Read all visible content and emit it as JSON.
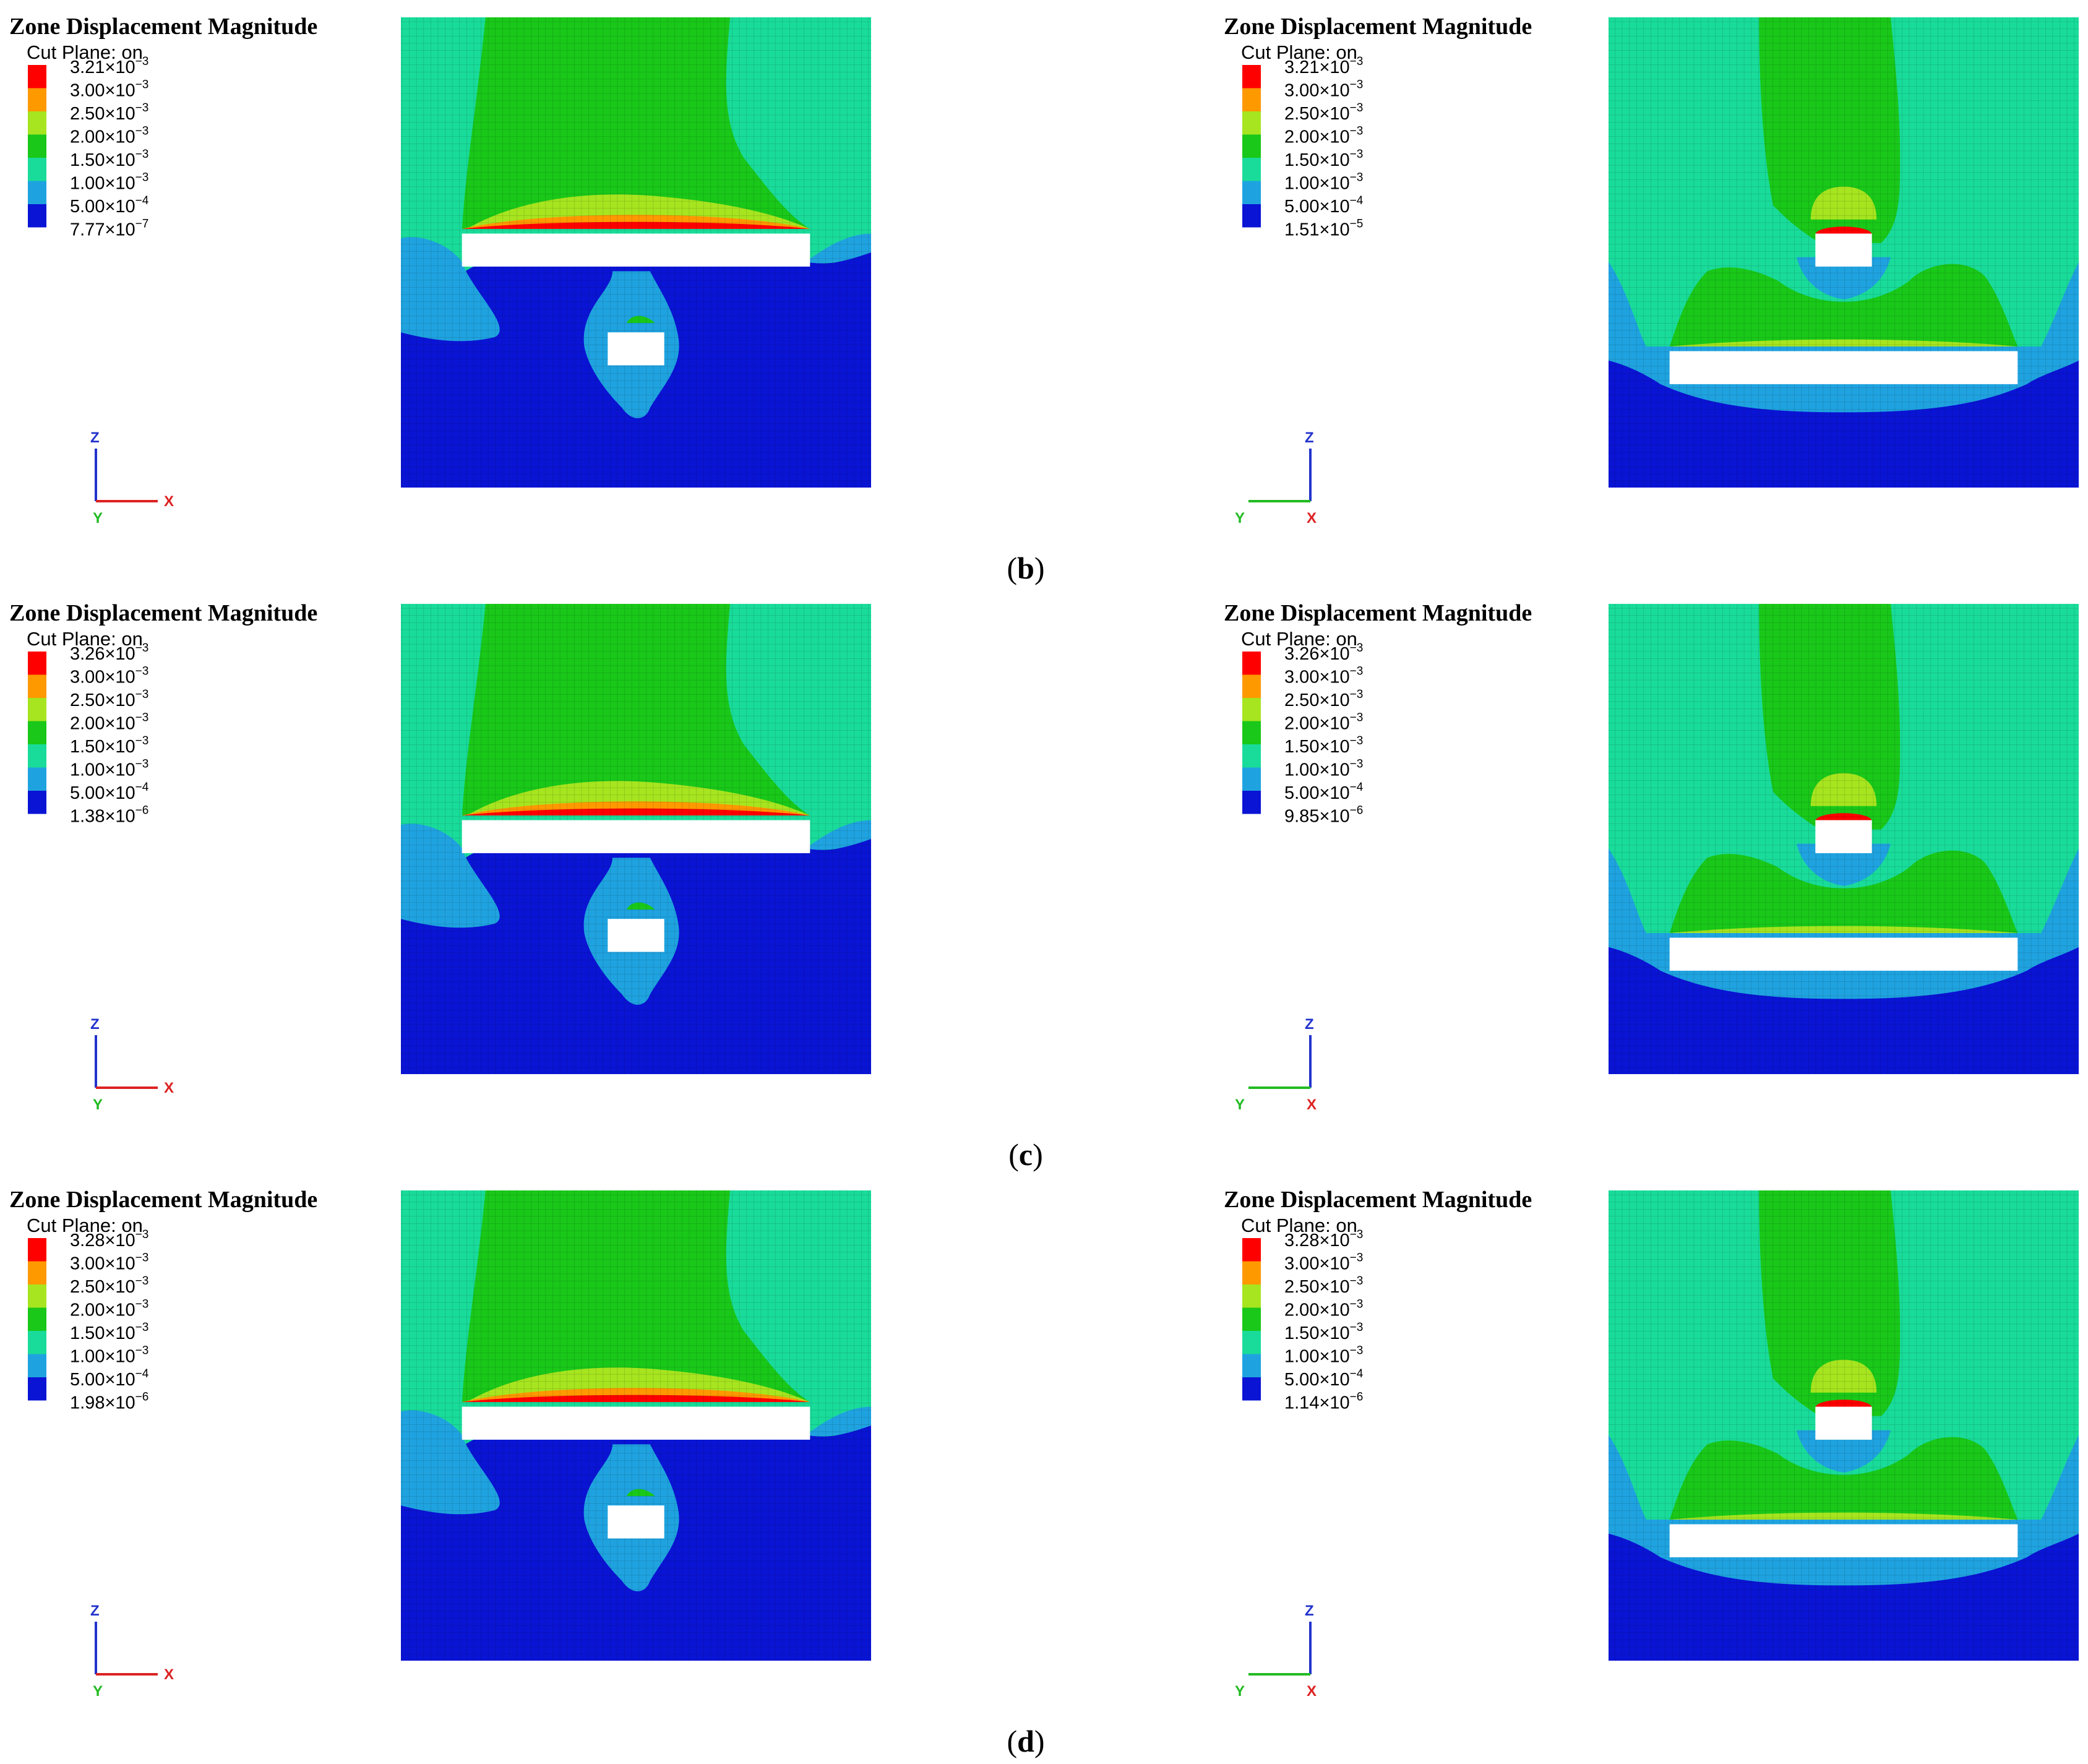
{
  "legend_title": "Zone Displacement Magnitude",
  "legend_subtitle": "Cut Plane: on",
  "contour_colors": [
    "#ff0000",
    "#ff9900",
    "#a6e51f",
    "#19c819",
    "#19dc9a",
    "#1fa3e0",
    "#0a14d4"
  ],
  "colors": {
    "deep_blue": "#0a14d4",
    "light_blue": "#1fa3e0",
    "teal": "#19dc9a",
    "green": "#19c819",
    "yellow_green": "#a6e51f",
    "orange": "#ff9900",
    "red": "#ff0000",
    "hole": "#ffffff",
    "axis_z": "#2233cc",
    "axis_x": "#dd2222",
    "axis_y": "#22bb22"
  },
  "axis_labels": {
    "z": "Z",
    "x": "X",
    "y": "Y"
  },
  "rows": [
    {
      "caption_open": "(",
      "caption_letter": "b",
      "caption_close": ")",
      "panels": [
        {
          "orientation": "xz",
          "legend_values": [
            {
              "mant": "3.21×10",
              "exp": "−3"
            },
            {
              "mant": "3.00×10",
              "exp": "−3"
            },
            {
              "mant": "2.50×10",
              "exp": "−3"
            },
            {
              "mant": "2.00×10",
              "exp": "−3"
            },
            {
              "mant": "1.50×10",
              "exp": "−3"
            },
            {
              "mant": "1.00×10",
              "exp": "−3"
            },
            {
              "mant": "5.00×10",
              "exp": "−4"
            },
            {
              "mant": "7.77×10",
              "exp": "−7"
            }
          ]
        },
        {
          "orientation": "yz",
          "legend_values": [
            {
              "mant": "3.21×10",
              "exp": "−3"
            },
            {
              "mant": "3.00×10",
              "exp": "−3"
            },
            {
              "mant": "2.50×10",
              "exp": "−3"
            },
            {
              "mant": "2.00×10",
              "exp": "−3"
            },
            {
              "mant": "1.50×10",
              "exp": "−3"
            },
            {
              "mant": "1.00×10",
              "exp": "−3"
            },
            {
              "mant": "5.00×10",
              "exp": "−4"
            },
            {
              "mant": "1.51×10",
              "exp": "−5"
            }
          ]
        }
      ]
    },
    {
      "caption_open": "(",
      "caption_letter": "c",
      "caption_close": ")",
      "panels": [
        {
          "orientation": "xz",
          "legend_values": [
            {
              "mant": "3.26×10",
              "exp": "−3"
            },
            {
              "mant": "3.00×10",
              "exp": "−3"
            },
            {
              "mant": "2.50×10",
              "exp": "−3"
            },
            {
              "mant": "2.00×10",
              "exp": "−3"
            },
            {
              "mant": "1.50×10",
              "exp": "−3"
            },
            {
              "mant": "1.00×10",
              "exp": "−3"
            },
            {
              "mant": "5.00×10",
              "exp": "−4"
            },
            {
              "mant": "1.38×10",
              "exp": "−6"
            }
          ]
        },
        {
          "orientation": "yz",
          "legend_values": [
            {
              "mant": "3.26×10",
              "exp": "−3"
            },
            {
              "mant": "3.00×10",
              "exp": "−3"
            },
            {
              "mant": "2.50×10",
              "exp": "−3"
            },
            {
              "mant": "2.00×10",
              "exp": "−3"
            },
            {
              "mant": "1.50×10",
              "exp": "−3"
            },
            {
              "mant": "1.00×10",
              "exp": "−3"
            },
            {
              "mant": "5.00×10",
              "exp": "−4"
            },
            {
              "mant": "9.85×10",
              "exp": "−6"
            }
          ]
        }
      ]
    },
    {
      "caption_open": "(",
      "caption_letter": "d",
      "caption_close": ")",
      "panels": [
        {
          "orientation": "xz",
          "legend_values": [
            {
              "mant": "3.28×10",
              "exp": "−3"
            },
            {
              "mant": "3.00×10",
              "exp": "−3"
            },
            {
              "mant": "2.50×10",
              "exp": "−3"
            },
            {
              "mant": "2.00×10",
              "exp": "−3"
            },
            {
              "mant": "1.50×10",
              "exp": "−3"
            },
            {
              "mant": "1.00×10",
              "exp": "−3"
            },
            {
              "mant": "5.00×10",
              "exp": "−4"
            },
            {
              "mant": "1.98×10",
              "exp": "−6"
            }
          ]
        },
        {
          "orientation": "yz",
          "legend_values": [
            {
              "mant": "3.28×10",
              "exp": "−3"
            },
            {
              "mant": "3.00×10",
              "exp": "−3"
            },
            {
              "mant": "2.50×10",
              "exp": "−3"
            },
            {
              "mant": "2.00×10",
              "exp": "−3"
            },
            {
              "mant": "1.50×10",
              "exp": "−3"
            },
            {
              "mant": "1.00×10",
              "exp": "−3"
            },
            {
              "mant": "5.00×10",
              "exp": "−4"
            },
            {
              "mant": "1.14×10",
              "exp": "−6"
            }
          ]
        }
      ]
    }
  ]
}
